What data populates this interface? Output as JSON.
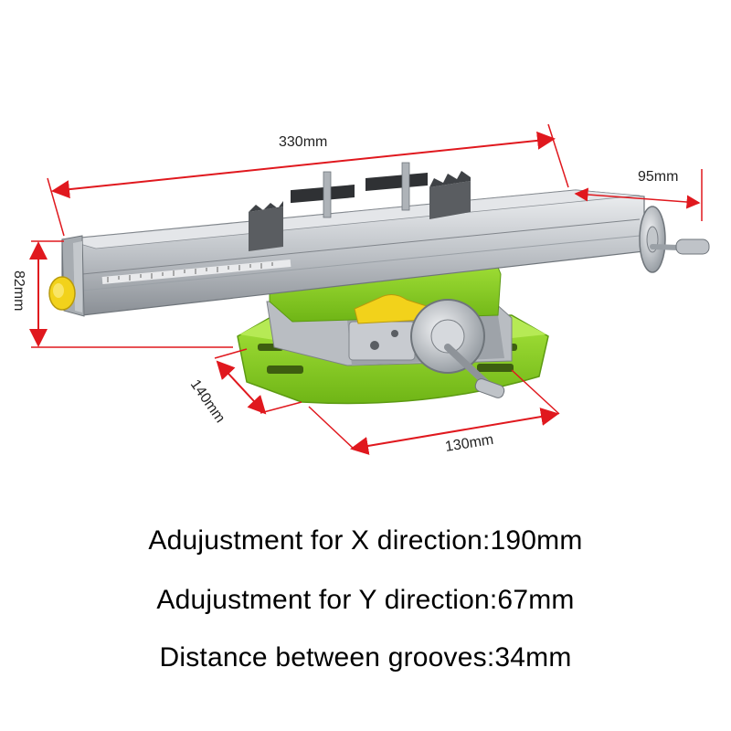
{
  "dimensions": {
    "length": "330mm",
    "handwheel_offset": "95mm",
    "height": "82mm",
    "base_depth": "140mm",
    "base_width": "130mm"
  },
  "specs": [
    "Adujustment for X direction:190mm",
    "Adujustment for Y direction:67mm",
    "Distance between grooves:34mm"
  ],
  "colors": {
    "dimension_line": "#e0181e",
    "base_green": "#8fd61f",
    "rail_silver": "#c9ccd0",
    "stop_yellow": "#f2d21b"
  }
}
